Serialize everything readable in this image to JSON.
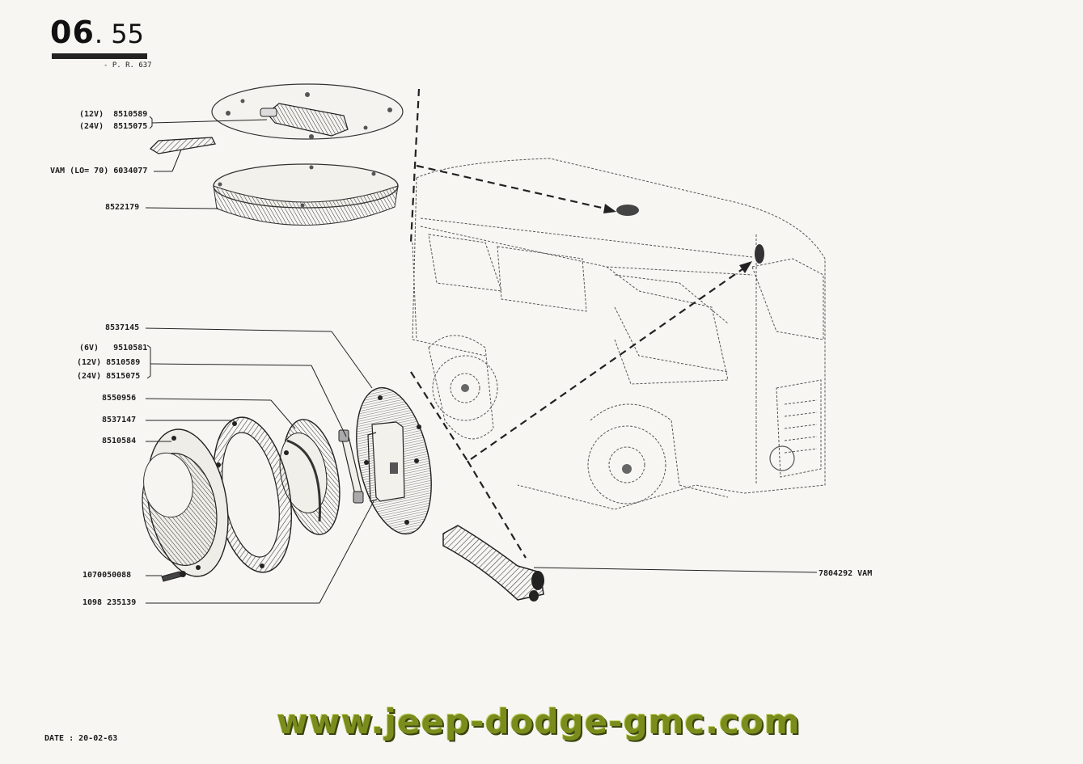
{
  "header": {
    "section_major": "06",
    "section_minor": ". 55",
    "pr_ref": "- P. R. 637"
  },
  "labels": {
    "top_12v": "(12V)  8510589",
    "top_24v": "(24V)  8515075",
    "vam_gasket": "VAM (LO= 70) 6034077",
    "dome_lens": "8522179",
    "p8537145": "8537145",
    "lamp_6v": "(6V)   9510581",
    "lamp_12v": "(12V) 8510589",
    "lamp_24v": "(24V) 8515075",
    "p8550956": "8550956",
    "p8537147": "8537147",
    "p8510584": "8510584",
    "screw": "1070050088",
    "screw2": "1098 235139",
    "seal": "7804292 VAM"
  },
  "footer": {
    "date": "DATE : 20-02-63",
    "website": "www.jeep-dodge-gmc.com"
  }
}
